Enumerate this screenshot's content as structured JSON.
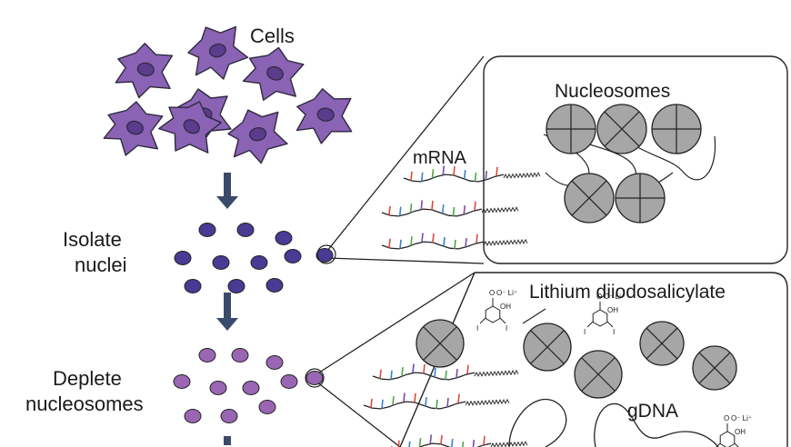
{
  "labels": {
    "cells": "Cells",
    "isolate_line1": "Isolate",
    "isolate_line2": "nuclei",
    "deplete_line1": "Deplete",
    "deplete_line2": "nucleosomes",
    "nucleosomes": "Nucleosomes",
    "mrna": "mRNA",
    "lithium": "Lithium diiodosalicylate",
    "gdna": "gDNA"
  },
  "chem": {
    "carboxylate": "O",
    "charge": "O⁻ Li⁺",
    "hydroxyl": "OH",
    "iodine": "I"
  },
  "colors": {
    "cell_fill": "#8b63b5",
    "cell_nucleus": "#5a3b8c",
    "nucleus_dark": "#4a3a94",
    "nucleus_light": "#9a66b3",
    "arrow": "#3a4a6b",
    "nucleosome_fill": "#a6a6a6",
    "panel_stroke": "#222222",
    "base_colors": [
      "#d94b3b",
      "#3a7fd0",
      "#4aa64a",
      "#7a4aa6"
    ]
  }
}
